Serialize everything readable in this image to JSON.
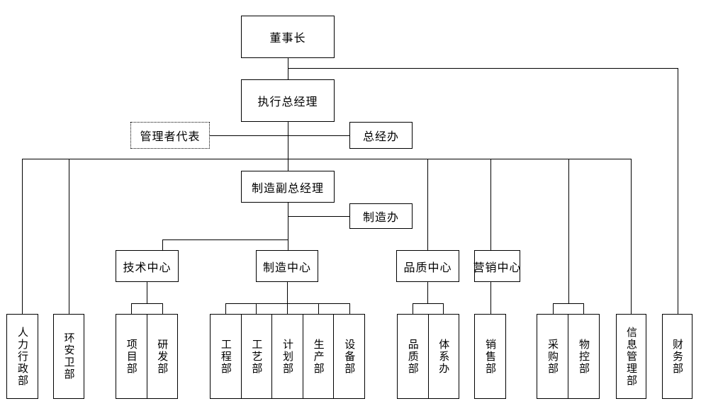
{
  "diagram": {
    "type": "org-chart",
    "language": "zh-CN",
    "colors": {
      "line": "#000000",
      "background": "#ffffff",
      "text": "#000000",
      "box_border": "#000000"
    },
    "nodes": {
      "chairman": {
        "label": "董事长"
      },
      "executive_gm": {
        "label": "执行总经理"
      },
      "management_rep": {
        "label": "管理者代表",
        "border": "dotted"
      },
      "gm_office": {
        "label": "总经办"
      },
      "mfg_vice_gm": {
        "label": "制造副总经理"
      },
      "mfg_office": {
        "label": "制造办"
      },
      "tech_center": {
        "label": "技术中心"
      },
      "mfg_center": {
        "label": "制造中心"
      },
      "quality_center": {
        "label": "品质中心"
      },
      "marketing_center": {
        "label": "营销中心"
      },
      "hr_admin": {
        "label": "人力行政部"
      },
      "ehs": {
        "label": "环安卫部"
      },
      "project": {
        "label": "项目部"
      },
      "rnd": {
        "label": "研发部"
      },
      "engineering": {
        "label": "工程部"
      },
      "craft": {
        "label": "工艺部"
      },
      "planning": {
        "label": "计划部"
      },
      "production": {
        "label": "生产部"
      },
      "equipment": {
        "label": "设备部"
      },
      "quality_dept": {
        "label": "品质部"
      },
      "system_office": {
        "label": "体系办"
      },
      "sales": {
        "label": "销售部"
      },
      "purchasing": {
        "label": "采购部"
      },
      "material_control": {
        "label": "物控部"
      },
      "info_mgmt": {
        "label": "信息管理部"
      },
      "finance": {
        "label": "财务部"
      }
    },
    "edges": [
      {
        "from": "chairman",
        "to": "executive_gm"
      },
      {
        "from": "chairman",
        "to": "finance"
      },
      {
        "from": "executive_gm",
        "to": "management_rep"
      },
      {
        "from": "executive_gm",
        "to": "gm_office"
      },
      {
        "from": "executive_gm",
        "to": "mfg_vice_gm"
      },
      {
        "from": "executive_gm",
        "to": "hr_admin"
      },
      {
        "from": "executive_gm",
        "to": "ehs"
      },
      {
        "from": "executive_gm",
        "to": "quality_center"
      },
      {
        "from": "executive_gm",
        "to": "marketing_center"
      },
      {
        "from": "executive_gm",
        "to": "purchasing"
      },
      {
        "from": "executive_gm",
        "to": "material_control"
      },
      {
        "from": "executive_gm",
        "to": "info_mgmt"
      },
      {
        "from": "mfg_vice_gm",
        "to": "mfg_office"
      },
      {
        "from": "mfg_vice_gm",
        "to": "tech_center"
      },
      {
        "from": "mfg_vice_gm",
        "to": "mfg_center"
      },
      {
        "from": "tech_center",
        "to": "project"
      },
      {
        "from": "tech_center",
        "to": "rnd"
      },
      {
        "from": "mfg_center",
        "to": "engineering"
      },
      {
        "from": "mfg_center",
        "to": "craft"
      },
      {
        "from": "mfg_center",
        "to": "planning"
      },
      {
        "from": "mfg_center",
        "to": "production"
      },
      {
        "from": "mfg_center",
        "to": "equipment"
      },
      {
        "from": "quality_center",
        "to": "quality_dept"
      },
      {
        "from": "quality_center",
        "to": "system_office"
      },
      {
        "from": "marketing_center",
        "to": "sales"
      }
    ]
  }
}
